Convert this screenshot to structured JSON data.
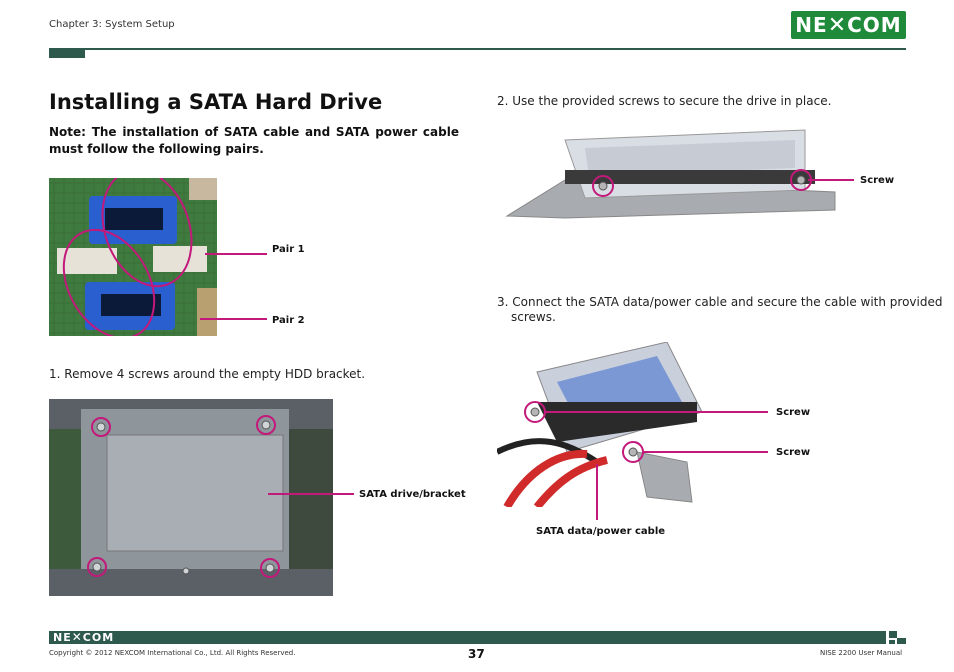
{
  "header": {
    "chapter": "Chapter 3: System Setup",
    "logo": "NE COM"
  },
  "main": {
    "title": "Installing a SATA Hard Drive",
    "note": "Note: The installation of SATA cable and SATA power cable must follow the following pairs.",
    "pair_labels": [
      "Pair 1",
      "Pair 2"
    ],
    "step1": "1. Remove 4 screws around the empty HDD bracket.",
    "step1_label": "SATA drive/bracket",
    "step2": "2. Use the provided screws to secure the drive in place.",
    "step2_label": "Screw",
    "step3_line1": "3. Connect the SATA data/power cable and secure the cable with provided",
    "step3_line2": "screws.",
    "step3_labels": [
      "Screw",
      "Screw",
      "SATA data/power cable"
    ]
  },
  "footer": {
    "logo": "NE COM",
    "copyright": "Copyright © 2012 NEXCOM International Co., Ltd. All Rights Reserved.",
    "page_number": "37",
    "manual": "NISE 2200 User Manual"
  },
  "colors": {
    "brand_green": "#1f8a3a",
    "bar_green": "#2e5a4e",
    "callout_magenta": "#c2197a"
  }
}
